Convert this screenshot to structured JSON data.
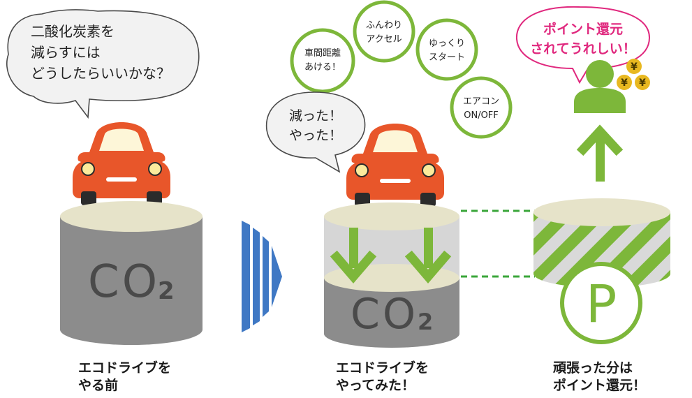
{
  "left_panel": {
    "thought_bubble": {
      "line1": "二酸化炭素を",
      "line2": "減らすには",
      "line3": "どうしたらいいかな？"
    },
    "cylinder_label": "CO",
    "cylinder_subscript": "2",
    "caption": {
      "line1": "エコドライブを",
      "line2": "やる前"
    }
  },
  "middle_panel": {
    "speech_bubble": {
      "line1": "減った！",
      "line2": "やった！"
    },
    "tips": [
      {
        "line1": "車間距離",
        "line2": "あける！"
      },
      {
        "line1": "ふんわり",
        "line2": "アクセル"
      },
      {
        "line1": "ゆっくり",
        "line2": "スタート"
      },
      {
        "line1": "エアコン",
        "line2": "ON/OFF"
      }
    ],
    "cylinder_label": "CO",
    "cylinder_subscript": "2",
    "caption": {
      "line1": "エコドライブを",
      "line2": "やってみた！"
    }
  },
  "right_panel": {
    "speech_bubble": {
      "line1": "ポイント還元",
      "line2": "されてうれしい！"
    },
    "coin_symbol": "¥",
    "point_symbol": "P",
    "caption": {
      "line1": "頑張った分は",
      "line2": "ポイント還元！"
    }
  },
  "colors": {
    "car_body": "#E8562A",
    "cylinder_gray": "#8C8C8C",
    "cylinder_top": "#E6E3C9",
    "green": "#7DB73A",
    "arrow_blue": "#3F78C4",
    "magenta": "#E0287E",
    "coin_gold": "#E8B820",
    "bubble_fill": "#F2F2F2"
  },
  "icons": [
    "car-icon",
    "person-icon",
    "yen-coin-icon",
    "down-arrow-icon",
    "up-arrow-icon",
    "chevron-arrow-icon",
    "point-badge-icon"
  ]
}
